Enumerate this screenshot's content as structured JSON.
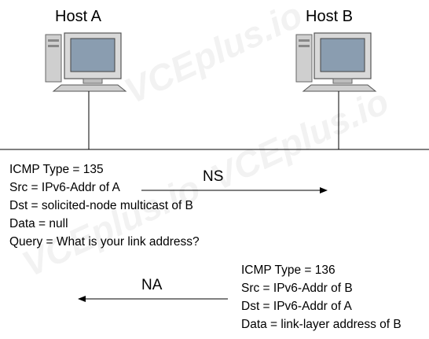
{
  "hosts": {
    "a_label": "Host A",
    "b_label": "Host B"
  },
  "ns": {
    "label": "NS",
    "lines": [
      "ICMP Type = 135",
      "Src = IPv6-Addr of A",
      "Dst = solicited-node multicast of B",
      "Data = null",
      "Query = What is your link address?"
    ]
  },
  "na": {
    "label": "NA",
    "lines": [
      "ICMP Type = 136",
      "Src = IPv6-Addr of B",
      "Dst = IPv6-Addr of A",
      "Data = link-layer address of B"
    ]
  },
  "watermark": "VCEplus.io",
  "colors": {
    "line": "#000000",
    "monitor_body": "#d4d4d4",
    "screen": "#8a9db0"
  },
  "icons": [
    "computer-icon-host-a",
    "computer-icon-host-b",
    "arrow-right",
    "arrow-left"
  ]
}
